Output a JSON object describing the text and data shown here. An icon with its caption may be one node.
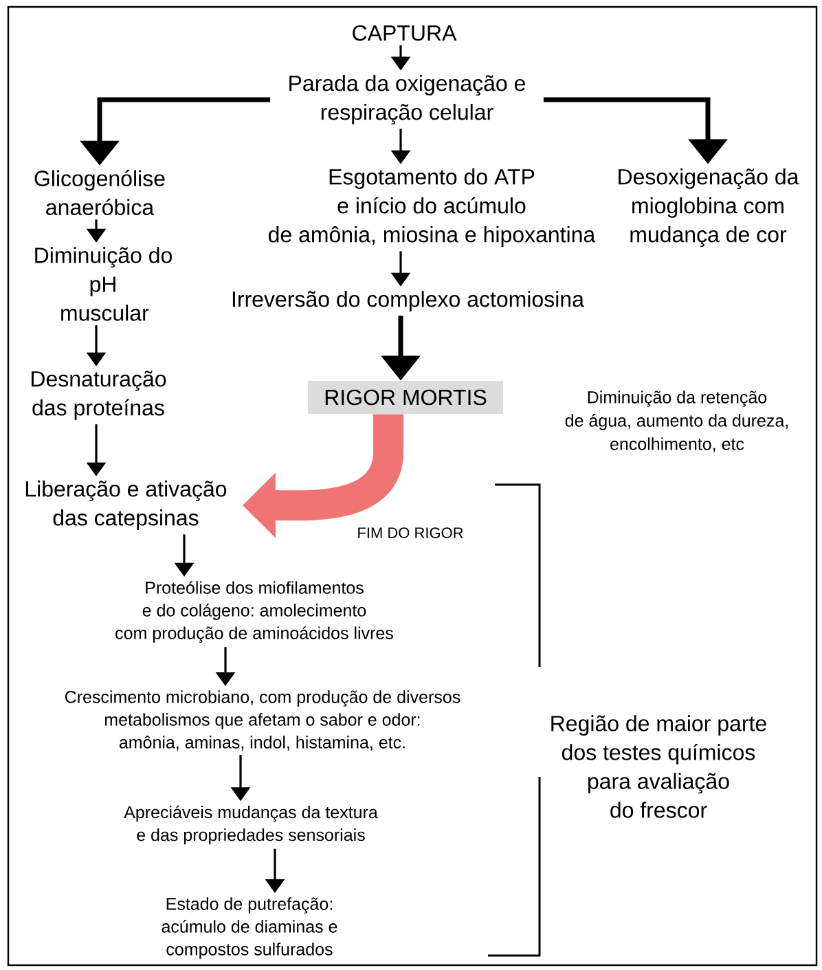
{
  "diagram": {
    "nodes": [
      {
        "text": [
          "CAPTURA"
        ]
      },
      {
        "text": [
          "Parada da oxigenação e respiração celular"
        ]
      },
      {
        "text": [
          "Glicogenólise anaeróbica"
        ]
      },
      {
        "text": [
          "Esgotamento do ATP e início do acúmulo de amônia, miosina e hipoxantina"
        ]
      },
      {
        "text": [
          "Desoxigenação da mioglobina com mudança de cor"
        ]
      },
      {
        "text": [
          "Diminuição do pH muscular"
        ]
      },
      {
        "text": [
          "Irreversão do complexo actomiosina"
        ]
      },
      {
        "text": [
          "Desnaturação das proteínas"
        ]
      },
      {
        "text": [
          "RIGOR MORTIS"
        ]
      },
      {
        "text": [
          "Liberação e ativação das catepsinas"
        ]
      },
      {
        "text": [
          "Proteólise dos miofilamentos e do colágeno: amolecimento com produção de aminoácidos livres"
        ]
      },
      {
        "text": [
          "Crescimento microbiano, com produção de diversos metabolismos que afetam o sabor e odor: amônia, aminas, indol, histamina, etc."
        ]
      },
      {
        "text": [
          "Apreciáveis mudanças da textura e das propriedades sensoriais"
        ]
      },
      {
        "text": [
          "Estado de putrefação: acúmulo de diaminas e compostos sulfurados"
        ]
      }
    ],
    "edges": [
      {
        "from": 0,
        "to": 1,
        "arrow": "to"
      },
      {
        "from": 1,
        "to": 2,
        "arrow": "to",
        "style": "thick"
      },
      {
        "from": 1,
        "to": 3,
        "arrow": "to"
      },
      {
        "from": 1,
        "to": 4,
        "arrow": "to",
        "style": "thick"
      },
      {
        "from": 2,
        "to": 5,
        "arrow": "to"
      },
      {
        "from": 3,
        "to": 6,
        "arrow": "to"
      },
      {
        "from": 5,
        "to": 7,
        "arrow": "to"
      },
      {
        "from": 6,
        "to": 8,
        "arrow": "to",
        "style": "thick"
      },
      {
        "from": 7,
        "to": 9,
        "arrow": "to"
      },
      {
        "from": 8,
        "to": 9,
        "arrow": "to",
        "label": "FIM DO RIGOR",
        "style": "thick",
        "color": "#f07474"
      },
      {
        "from": 9,
        "to": 10,
        "arrow": "to"
      },
      {
        "from": 10,
        "to": 11,
        "arrow": "to"
      },
      {
        "from": 11,
        "to": 12,
        "arrow": "to"
      },
      {
        "from": 12,
        "to": 13,
        "arrow": "to"
      }
    ],
    "labels": [
      "Diminuição da retenção de água, aumento da dureza, encolhimento, etc",
      "Região de maior parte dos testes químicos para avaliação do frescor"
    ]
  }
}
